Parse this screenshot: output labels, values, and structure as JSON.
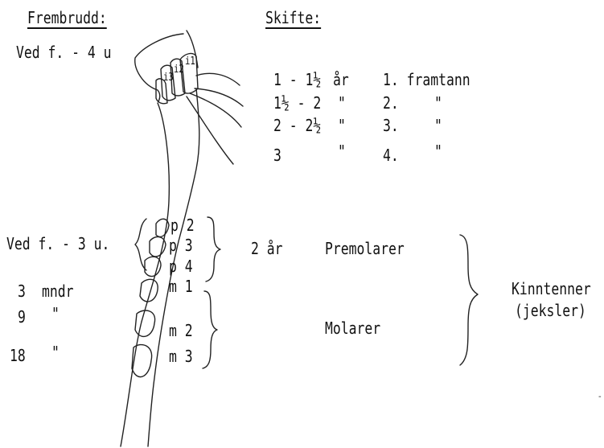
{
  "headers": {
    "eruption": "Frembrudd:",
    "change": "Skifte:"
  },
  "eruption_times": {
    "incisors": "Ved f. - 4 u",
    "premolars": "Ved f. - 3 u.",
    "m1_value": "3",
    "m1_unit": "mndr",
    "m2_value": "9",
    "m2_unit": "\"",
    "m3_value": "18",
    "m3_unit": "\""
  },
  "change_rows": [
    {
      "age": "1 - 1½",
      "unit": "år",
      "tooth": "1. framtann",
      "ditto": ""
    },
    {
      "age": "1½ - 2",
      "unit": "\"",
      "tooth": "2.",
      "ditto": "\""
    },
    {
      "age": "2 - 2½",
      "unit": "\"",
      "tooth": "3.",
      "ditto": "\""
    },
    {
      "age": "3",
      "unit": "\"",
      "tooth": "4.",
      "ditto": "\""
    }
  ],
  "incisor_labels": [
    "i1",
    "i2",
    "i3"
  ],
  "cheek_teeth": [
    "p 2",
    "p 3",
    "p 4",
    "m 1",
    "m 2",
    "m 3"
  ],
  "premolar_change": {
    "age": "2 år",
    "name": "Premolarer"
  },
  "molar_name": "Molarer",
  "cheek_teeth_group": {
    "name": "Kinntenner",
    "alt": "(jeksler)"
  }
}
